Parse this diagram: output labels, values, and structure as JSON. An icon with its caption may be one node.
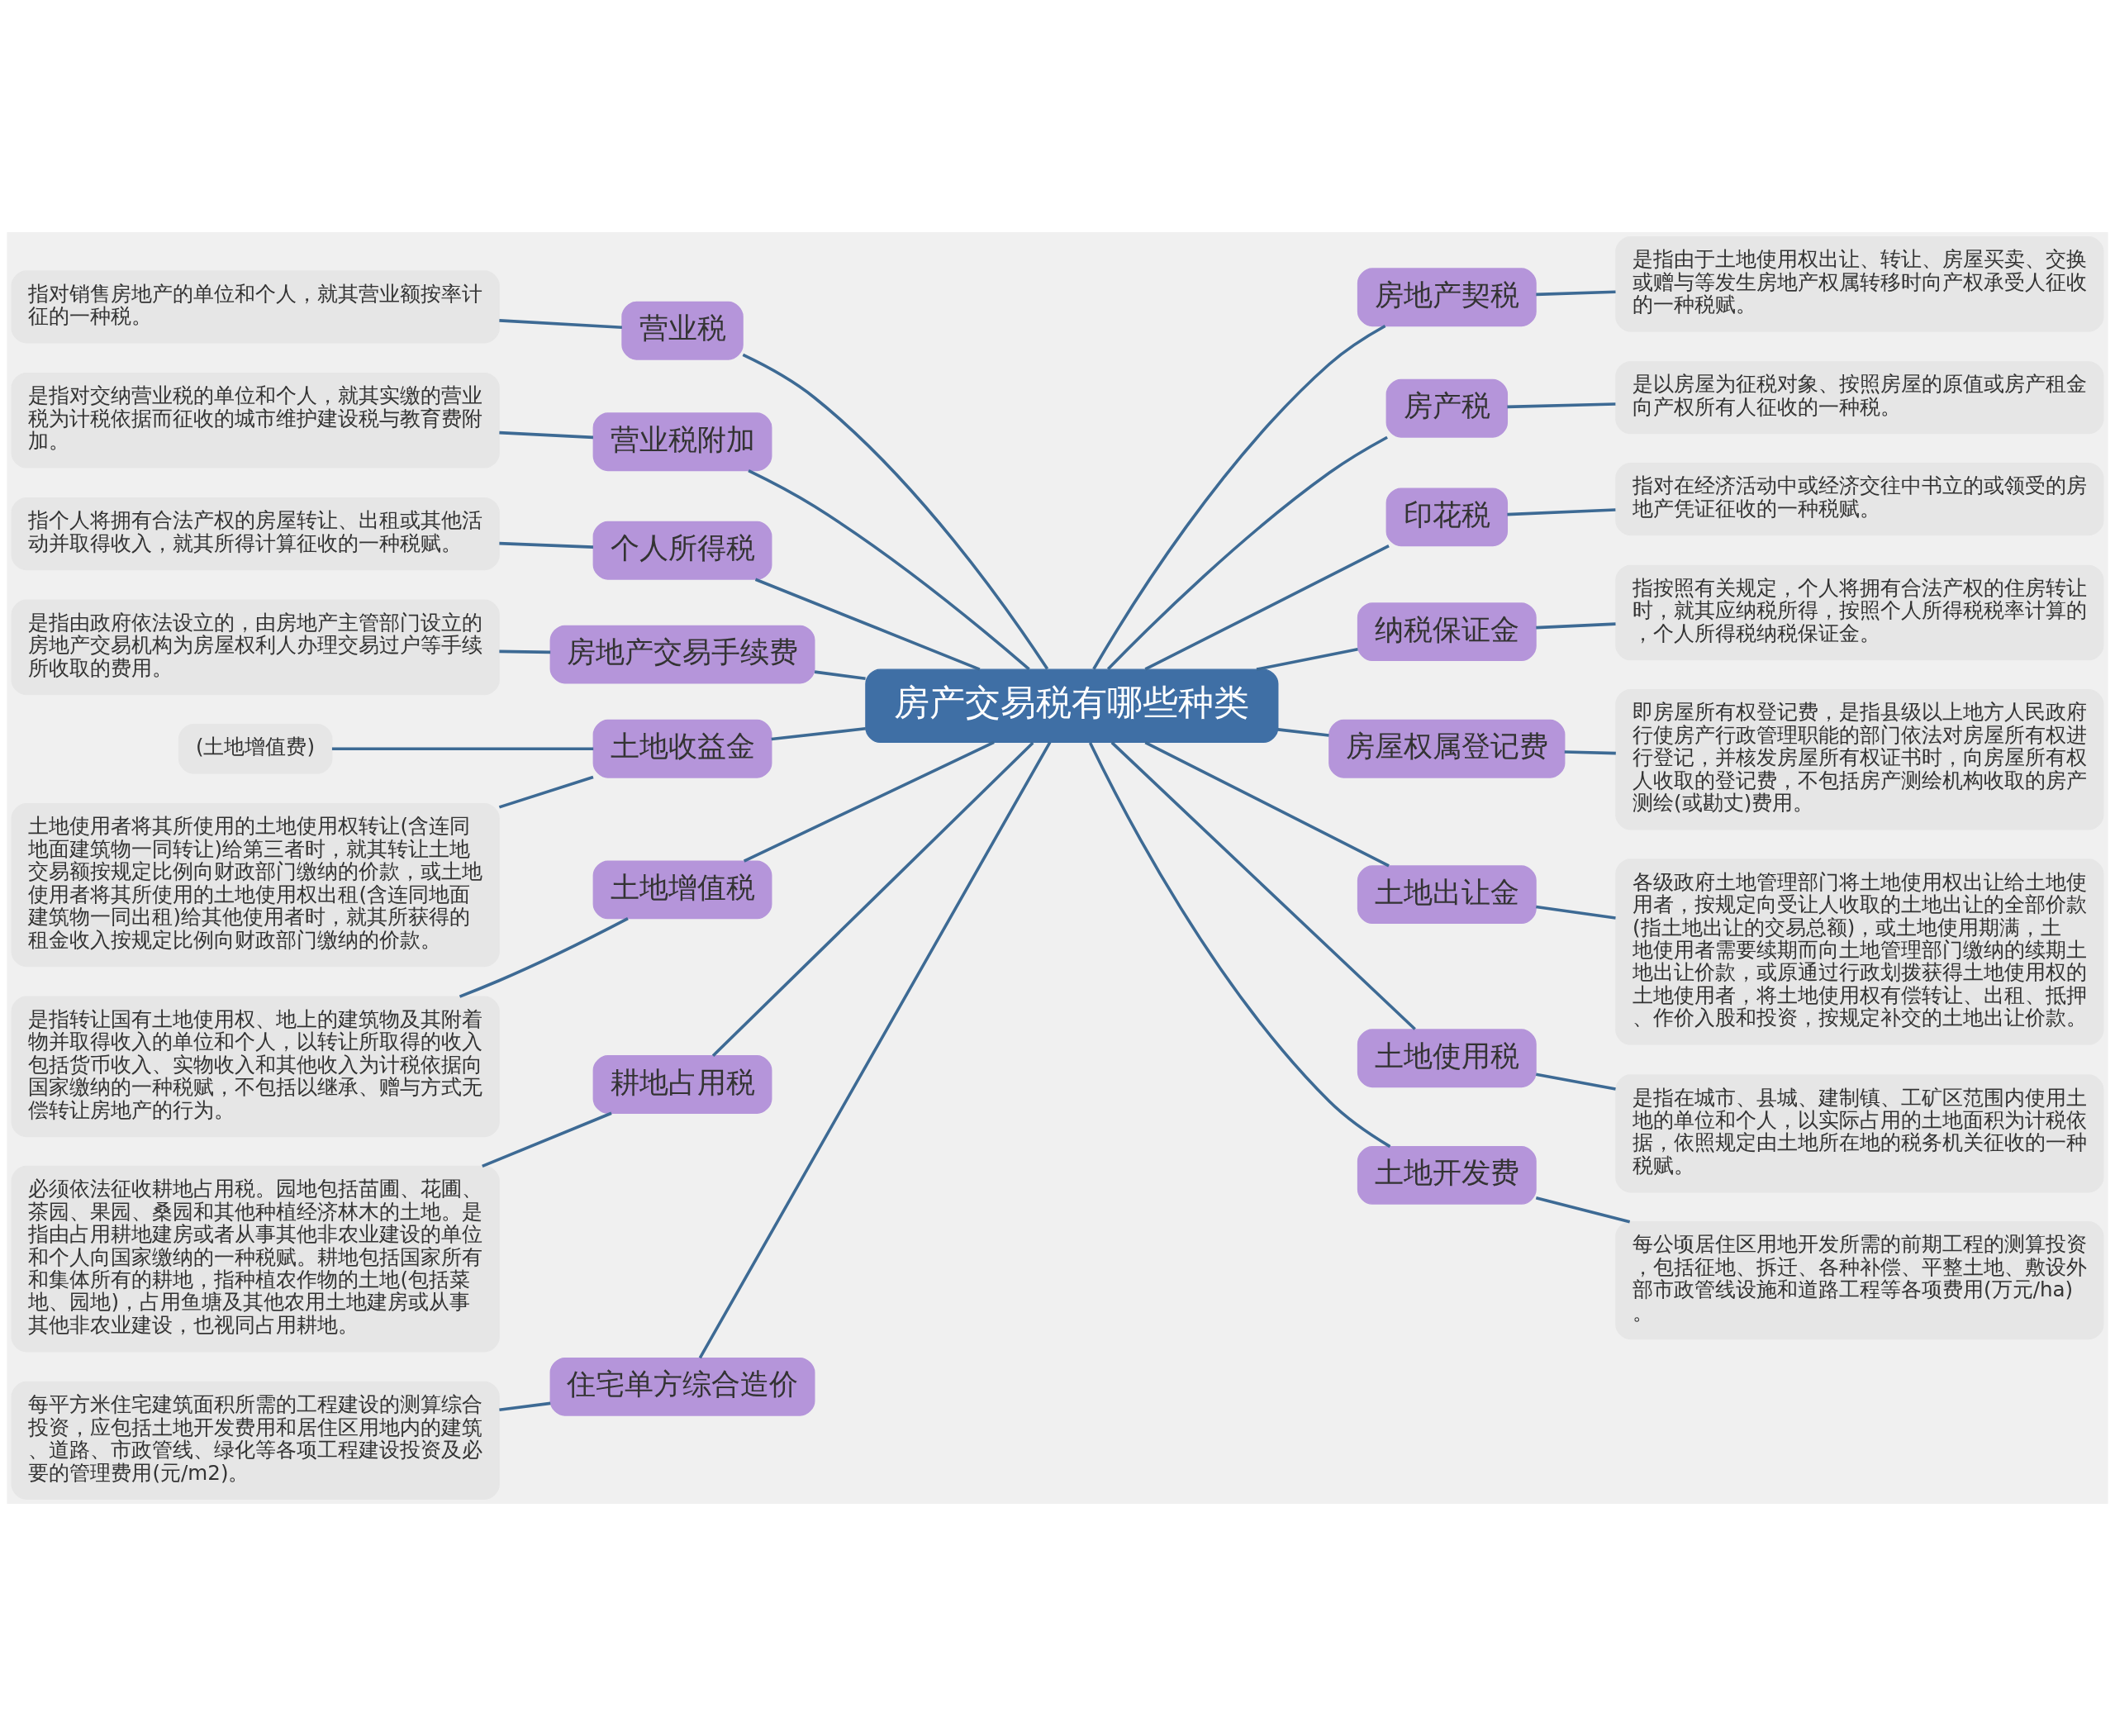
{
  "diagram": {
    "nodes": [
      {
        "text": [
          "房产交易税有哪些种类"
        ]
      },
      {
        "text": [
          "营业税"
        ]
      },
      {
        "text": [
          "指对销售房地产的单位和个人，就其营业额按率计征的一种税。"
        ]
      },
      {
        "text": [
          "营业税附加"
        ]
      },
      {
        "text": [
          "是指对交纳营业税的单位和个人，就其实缴的营业税为计税依据而征收的城市维护建设税与教育费附加。"
        ]
      },
      {
        "text": [
          "个人所得税"
        ]
      },
      {
        "text": [
          "指个人将拥有合法产权的房屋转让、出租或其他活动并取得收入，就其所得计算征收的一种税赋。"
        ]
      },
      {
        "text": [
          "房地产交易手续费"
        ]
      },
      {
        "text": [
          "是指由政府依法设立的，由房地产主管部门设立的房地产交易机构为房屋权利人办理交易过户等手续所收取的费用。"
        ]
      },
      {
        "text": [
          "土地收益金"
        ]
      },
      {
        "text": [
          "(土地增值费)"
        ]
      },
      {
        "text": [
          "土地使用者将其所使用的土地使用权转让(含连同地面建筑物一同转让)给第三者时，就其转让土地交易额按规定比例向财政部门缴纳的价款，或土地使用者将其所使用的土地使用权出租(含连同地面建筑物一同出租)给其他使用者时，就其所获得的租金收入按规定比例向财政部门缴纳的价款。"
        ]
      },
      {
        "text": [
          "土地增值税"
        ]
      },
      {
        "text": [
          "是指转让国有土地使用权、地上的建筑物及其附着物并取得收入的单位和个人，以转让所取得的收入包括货币收入、实物收入和其他收入为计税依据向国家缴纳的一种税赋，不包括以继承、赠与方式无偿转让房地产的行为。"
        ]
      },
      {
        "text": [
          "耕地占用税"
        ]
      },
      {
        "text": [
          "必须依法征收耕地占用税。园地包括苗圃、花圃、茶园、果园、桑园和其他种植经济林木的土地。是指由占用耕地建房或者从事其他非农业建设的单位和个人向国家缴纳的一种税赋。耕地包括国家所有和集体所有的耕地，指种植农作物的土地(包括菜地、园地)，占用鱼塘及其他农用土地建房或从事其他非农业建设，也视同占用耕地。"
        ]
      },
      {
        "text": [
          "住宅单方综合造价"
        ]
      },
      {
        "text": [
          "每平方米住宅建筑面积所需的工程建设的测算综合投资，应包括土地开发费用和居住区用地内的建筑、道路、市政管线、绿化等各项工程建设投资及必要的管理费用(元/m2)。"
        ]
      },
      {
        "text": [
          "房地产契税"
        ]
      },
      {
        "text": [
          "是指由于土地使用权出让、转让、房屋买卖、交换或赠与等发生房地产权属转移时向产权承受人征收的一种税赋。"
        ]
      },
      {
        "text": [
          "房产税"
        ]
      },
      {
        "text": [
          "是以房屋为征税对象、按照房屋的原值或房产租金向产权所有人征收的一种税。"
        ]
      },
      {
        "text": [
          "印花税"
        ]
      },
      {
        "text": [
          "指对在经济活动中或经济交往中书立的或领受的房地产凭证征收的一种税赋。"
        ]
      },
      {
        "text": [
          "纳税保证金"
        ]
      },
      {
        "text": [
          "指按照有关规定，个人将拥有合法产权的住房转让时，就其应纳税所得，按照个人所得税税率计算的，个人所得税纳税保证金。"
        ]
      },
      {
        "text": [
          "房屋权属登记费"
        ]
      },
      {
        "text": [
          "即房屋所有权登记费，是指县级以上地方人民政府行使房产行政管理职能的部门依法对房屋所有权进行登记，并核发房屋所有权证书时，向房屋所有权人收取的登记费，不包括房产测绘机构收取的房产测绘(或勘丈)费用。"
        ]
      },
      {
        "text": [
          "土地出让金"
        ]
      },
      {
        "text": [
          "各级政府土地管理部门将土地使用权出让给土地使用者，按规定向受让人收取的土地出让的全部价款(指土地出让的交易总额)，或土地使用期满，土地使用者需要续期而向土地管理部门缴纳的续期土地出让价款，或原通过行政划拨获得土地使用权的土地使用者，将土地使用权有偿转让、出租、抵押、作价入股和投资，按规定补交的土地出让价款。"
        ]
      },
      {
        "text": [
          "土地使用税"
        ]
      },
      {
        "text": [
          "是指在城市、县城、建制镇、工矿区范围内使用土地的单位和个人，以实际占用的土地面积为计税依据，依照规定由土地所在地的税务机关征收的一种税赋。"
        ]
      },
      {
        "text": [
          "土地开发费"
        ]
      },
      {
        "text": [
          "每公顷居住区用地开发所需的前期工程的测算投资，包括征地、拆迁、各种补偿、平整土地、敷设外部市政管线设施和道路工程等各项费用(万元/ha)。"
        ]
      }
    ],
    "edges": [
      {
        "from": 2,
        "to": 1,
        "arrow": "none"
      },
      {
        "from": 1,
        "to": 0,
        "arrow": "none"
      },
      {
        "from": 4,
        "to": 3,
        "arrow": "none"
      },
      {
        "from": 3,
        "to": 0,
        "arrow": "none"
      },
      {
        "from": 6,
        "to": 5,
        "arrow": "none"
      },
      {
        "from": 5,
        "to": 0,
        "arrow": "none"
      },
      {
        "from": 8,
        "to": 7,
        "arrow": "none"
      },
      {
        "from": 7,
        "to": 0,
        "arrow": "none"
      },
      {
        "from": 10,
        "to": 9,
        "arrow": "none"
      },
      {
        "from": 11,
        "to": 9,
        "arrow": "none"
      },
      {
        "from": 9,
        "to": 0,
        "arrow": "none"
      },
      {
        "from": 13,
        "to": 12,
        "arrow": "none"
      },
      {
        "from": 12,
        "to": 0,
        "arrow": "none"
      },
      {
        "from": 15,
        "to": 14,
        "arrow": "none"
      },
      {
        "from": 14,
        "to": 0,
        "arrow": "none"
      },
      {
        "from": 17,
        "to": 16,
        "arrow": "none"
      },
      {
        "from": 16,
        "to": 0,
        "arrow": "none"
      },
      {
        "from": 0,
        "to": 18,
        "arrow": "none"
      },
      {
        "from": 18,
        "to": 19,
        "arrow": "none"
      },
      {
        "from": 0,
        "to": 20,
        "arrow": "none"
      },
      {
        "from": 20,
        "to": 21,
        "arrow": "none"
      },
      {
        "from": 0,
        "to": 22,
        "arrow": "none"
      },
      {
        "from": 22,
        "to": 23,
        "arrow": "none"
      },
      {
        "from": 0,
        "to": 24,
        "arrow": "none"
      },
      {
        "from": 24,
        "to": 25,
        "arrow": "none"
      },
      {
        "from": 0,
        "to": 26,
        "arrow": "none"
      },
      {
        "from": 26,
        "to": 27,
        "arrow": "none"
      },
      {
        "from": 0,
        "to": 28,
        "arrow": "none"
      },
      {
        "from": 28,
        "to": 29,
        "arrow": "none"
      },
      {
        "from": 0,
        "to": 30,
        "arrow": "none"
      },
      {
        "from": 30,
        "to": 31,
        "arrow": "none"
      },
      {
        "from": 0,
        "to": 32,
        "arrow": "none"
      },
      {
        "from": 32,
        "to": 33,
        "arrow": "none"
      }
    ]
  }
}
